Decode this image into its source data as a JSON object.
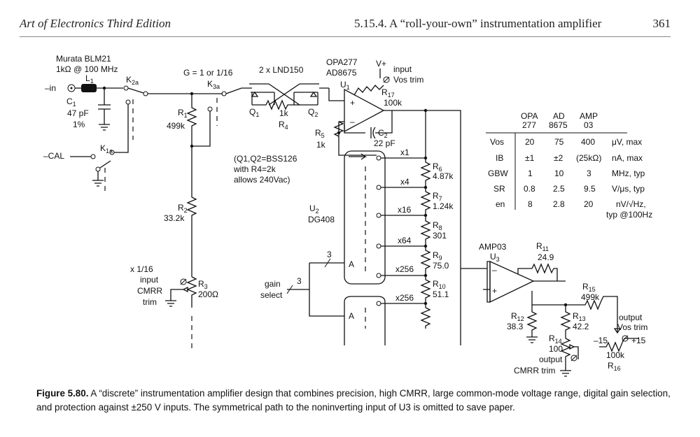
{
  "header": {
    "book": "Art of Electronics Third Edition",
    "section": "5.15.4. A “roll-your-own” instrumentation amplifier",
    "page": "361"
  },
  "labels": {
    "murata": "Murata BLM21",
    "murata_spec": "1kΩ @ 100 MHz",
    "in": "–in",
    "L1": "L",
    "L1_sub": "1",
    "K2a": "K",
    "K2a_sub": "2a",
    "C1": "C",
    "C1_sub": "1",
    "C1_val": "47 pF",
    "C1_tol": "1%",
    "cal": "–CAL",
    "K1a": "K",
    "K1a_sub": "1a",
    "gain_sel": "G = 1 or 1/16",
    "K3a": "K",
    "K3a_sub": "3a",
    "R1": "R",
    "R1_sub": "1",
    "R1_val": "499k",
    "R2": "R",
    "R2_sub": "2",
    "R2_val": "33.2k",
    "R3": "R",
    "R3_sub": "3",
    "R3_val": "200Ω",
    "cmrr_trim_1": "x 1/16",
    "cmrr_trim_2": "input",
    "cmrr_trim_3": "CMRR",
    "cmrr_trim_4": "trim",
    "lnd": "2 x LND150",
    "Q1": "Q",
    "Q1_sub": "1",
    "Q2": "Q",
    "Q2_sub": "2",
    "R4_val": "1k",
    "R4": "R",
    "R4_sub": "4",
    "bss_1": "(Q1,Q2=BSS126",
    "bss_2": "with R4=2k",
    "bss_3": "allows 240Vac)",
    "opa277": "OPA277",
    "ad8675": "AD8675",
    "U1": "U",
    "U1_sub": "1",
    "vplus": "V+",
    "vos_in_1": "input",
    "vos_in_2": "Vos trim",
    "R17": "R",
    "R17_sub": "17",
    "R17_val": "100k",
    "R5": "R",
    "R5_sub": "5",
    "R5_val": "1k",
    "C2": "C",
    "C2_sub": "2",
    "C2_val": "22 pF",
    "U2": "U",
    "U2_sub": "2",
    "dg408": "DG408",
    "mux_a1": "A",
    "mux_a2": "A",
    "bus1": "3",
    "bus2": "3",
    "gain_select_1": "gain",
    "gain_select_2": "select",
    "taps": [
      "x1",
      "x4",
      "x16",
      "x64",
      "x256",
      "x256"
    ],
    "R6": "R",
    "R6_sub": "6",
    "R6_val": "4.87k",
    "R7": "R",
    "R7_sub": "7",
    "R7_val": "1.24k",
    "R8": "R",
    "R8_sub": "8",
    "R8_val": "301",
    "R9": "R",
    "R9_sub": "9",
    "R9_val": "75.0",
    "R10": "R",
    "R10_sub": "10",
    "R10_val": "51.1",
    "amp03": "AMP03",
    "U3": "U",
    "U3_sub": "3",
    "R11": "R",
    "R11_sub": "11",
    "R11_val": "24.9",
    "R15": "R",
    "R15_sub": "15",
    "R15_val": "499k",
    "R12": "R",
    "R12_sub": "12",
    "R12_val": "38.3",
    "R13": "R",
    "R13_sub": "13",
    "R13_val": "42.2",
    "R14": "R",
    "R14_sub": "14",
    "R14_val": "100",
    "out_cmrr_1": "output",
    "out_cmrr_2": "CMRR trim",
    "out_vos_1": "output",
    "out_vos_2": "Vos trim",
    "m15": "–15",
    "p15": "+15",
    "R16_val": "100k",
    "R16": "R",
    "R16_sub": "16",
    "minus": "–",
    "plus": "+"
  },
  "table": {
    "headers": [
      [
        "OPA",
        "277"
      ],
      [
        "AD",
        "8675"
      ],
      [
        "AMP",
        "03"
      ]
    ],
    "rows": [
      {
        "param": "Vos",
        "v1": "20",
        "v2": "75",
        "v3": "400",
        "unit": "μV, max"
      },
      {
        "param": "IB",
        "v1": "±1",
        "v2": "±2",
        "v3": "(25kΩ)",
        "unit": "nA, max"
      },
      {
        "param": "GBW",
        "v1": "1",
        "v2": "10",
        "v3": "3",
        "unit": "MHz, typ"
      },
      {
        "param": "SR",
        "v1": "0.8",
        "v2": "2.5",
        "v3": "9.5",
        "unit": "V/μs, typ"
      },
      {
        "param": "en",
        "v1": "8",
        "v2": "2.8",
        "v3": "20",
        "unit": "nV/√Hz,"
      }
    ],
    "note": "typ @100Hz"
  },
  "caption": {
    "label": "Figure 5.80.",
    "text": " A “discrete” instrumentation amplifier design that combines precision, high CMRR, large common-mode voltage range, digital gain selection, and protection against ±250 V inputs. The symmetrical path to the noninverting input of U3 is omitted to save paper."
  }
}
